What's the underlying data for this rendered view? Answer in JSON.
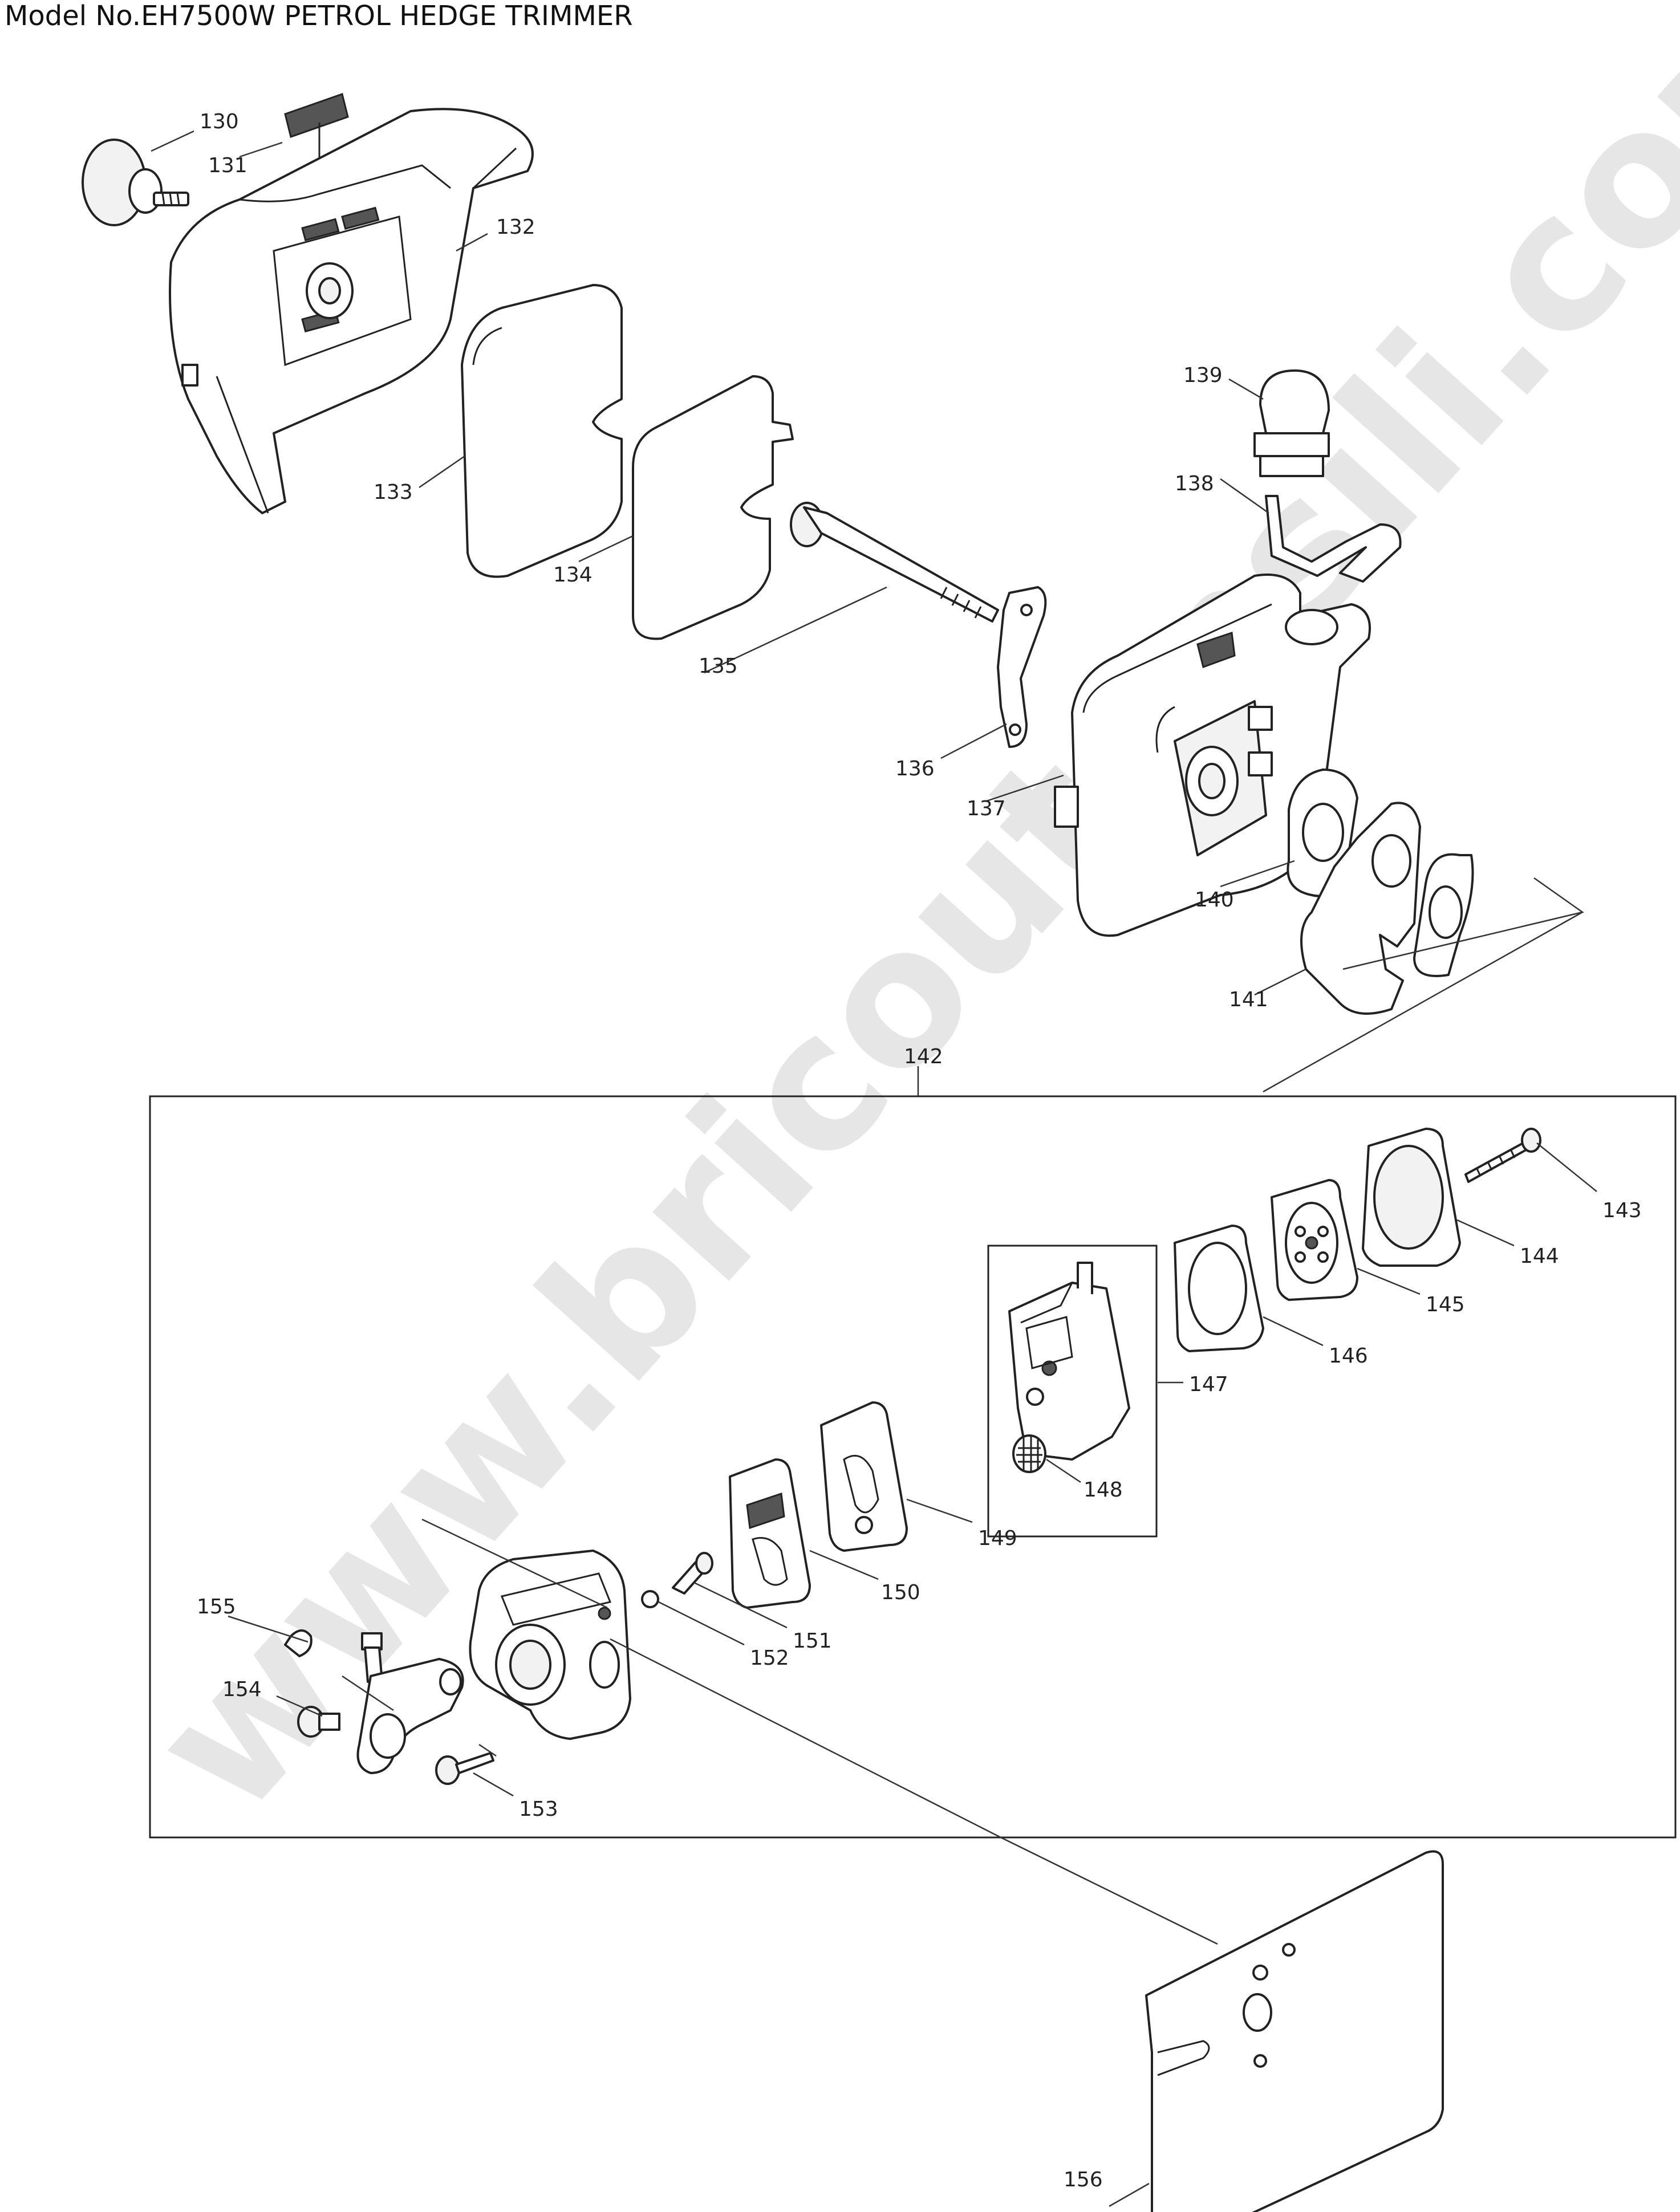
{
  "title": "Model No.EH7500W PETROL HEDGE TRIMMER",
  "watermark": "www.bricoutensili.com",
  "colors": {
    "line": "#222222",
    "watermark": "#c8c8c8",
    "background": "#ffffff"
  },
  "callouts": {
    "p130": "130",
    "p131": "131",
    "p132": "132",
    "p133": "133",
    "p134": "134",
    "p135": "135",
    "p136": "136",
    "p137": "137",
    "p138": "138",
    "p139": "139",
    "p140": "140",
    "p141": "141",
    "p142": "142",
    "p143": "143",
    "p144": "144",
    "p145": "145",
    "p146": "146",
    "p147": "147",
    "p148": "148",
    "p149": "149",
    "p150": "150",
    "p151": "151",
    "p152": "152",
    "p153": "153",
    "p154": "154",
    "p155": "155",
    "p156": "156"
  }
}
